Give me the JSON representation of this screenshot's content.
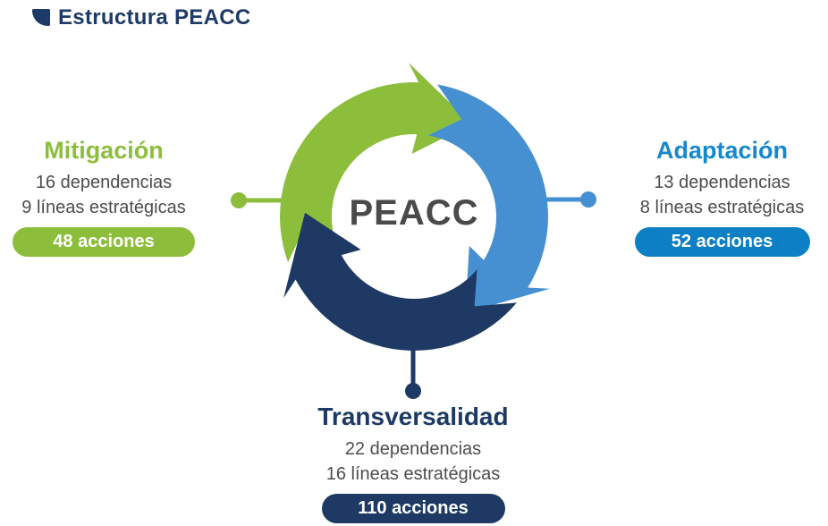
{
  "title": "Estructura PEACC",
  "center_label": "PEACC",
  "colors": {
    "green": "#8CBE3C",
    "blue_arrow": "#4690D1",
    "blue_heading": "#1588CF",
    "blue_badge": "#0C7FC5",
    "navy": "#1E3A64",
    "text_gray": "#4D4D4F",
    "center_label_gray": "#4A4A4C"
  },
  "sections": {
    "mitigacion": {
      "heading": "Mitigación",
      "dependencias": "16 dependencias",
      "lineas": "9 líneas estratégicas",
      "badge": "48 acciones"
    },
    "adaptacion": {
      "heading": "Adaptación",
      "dependencias": "13 dependencias",
      "lineas": "8 líneas estratégicas",
      "badge": "52 acciones"
    },
    "transversalidad": {
      "heading": "Transversalidad",
      "dependencias": "22 dependencias",
      "lineas": "16 líneas estratégicas",
      "badge": "110 acciones"
    }
  }
}
